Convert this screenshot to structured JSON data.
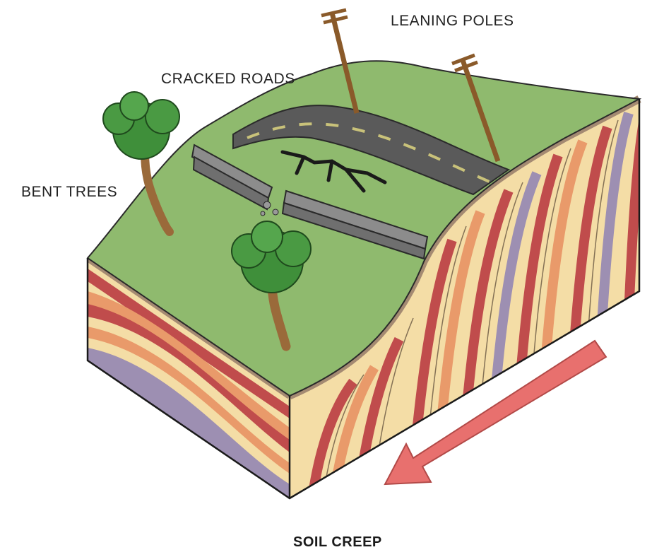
{
  "labels": {
    "leaning_poles": "LEANING POLES",
    "cracked_roads": "CRACKED ROADS",
    "bent_trees": "BENT TREES"
  },
  "title": "SOIL CREEP",
  "colors": {
    "grass": "#8fba6e",
    "road": "#5a5a5a",
    "road_line": "#c9c27a",
    "soil_top": "#a48a72",
    "layer_cream": "#f4dda6",
    "layer_red": "#c04c4c",
    "layer_orange": "#e99a6a",
    "layer_purple": "#9d8fb2",
    "arrow": "#e8706e",
    "tree_leaves": "#3f8f3a",
    "trunk": "#9a6a3a"
  },
  "icons": {
    "arrow": "down-slope-arrow-icon",
    "pole": "utility-pole-icon",
    "tree": "tree-icon",
    "wall": "stone-wall-icon"
  }
}
